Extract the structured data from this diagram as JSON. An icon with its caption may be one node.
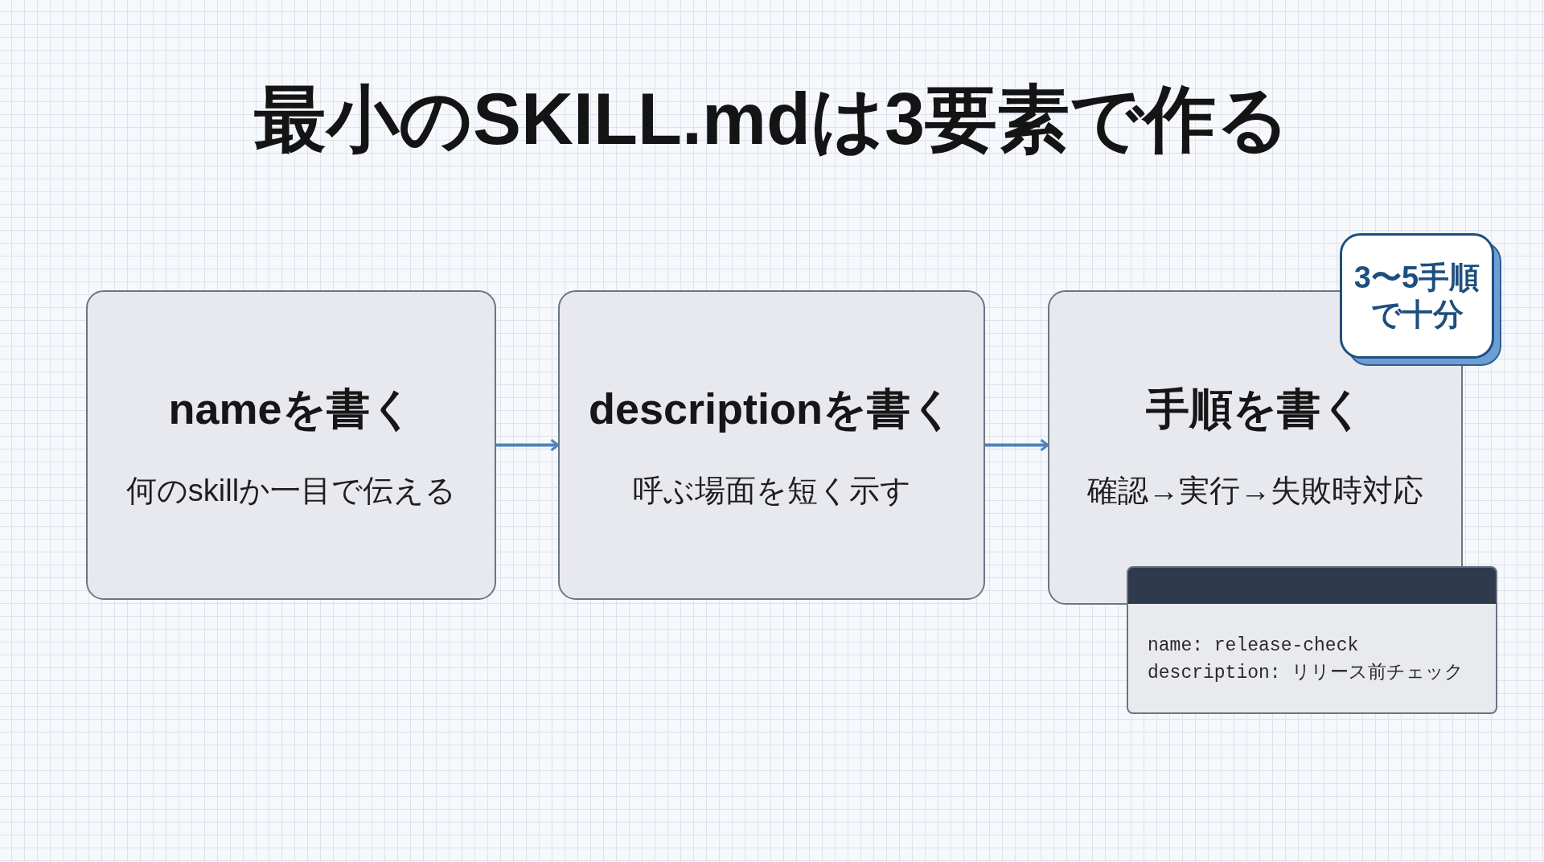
{
  "diagram": {
    "title": "最小のSKILL.mdは3要素で作る",
    "nodes": [
      {
        "text": [
          "nameを書く",
          "何のskillか一目で伝える"
        ]
      },
      {
        "text": [
          "descriptionを書く",
          "呼ぶ場面を短く示す"
        ]
      },
      {
        "text": [
          "手順を書く",
          "確認→実行→失敗時対応"
        ]
      },
      {
        "text": [
          "3〜5手順で十分"
        ]
      },
      {
        "text": [
          "name: release-check",
          "description: リリース前チェック"
        ]
      }
    ],
    "edges": [
      {
        "from": 0,
        "to": 1,
        "arrow": "to"
      },
      {
        "from": 1,
        "to": 2,
        "arrow": "to"
      }
    ]
  }
}
